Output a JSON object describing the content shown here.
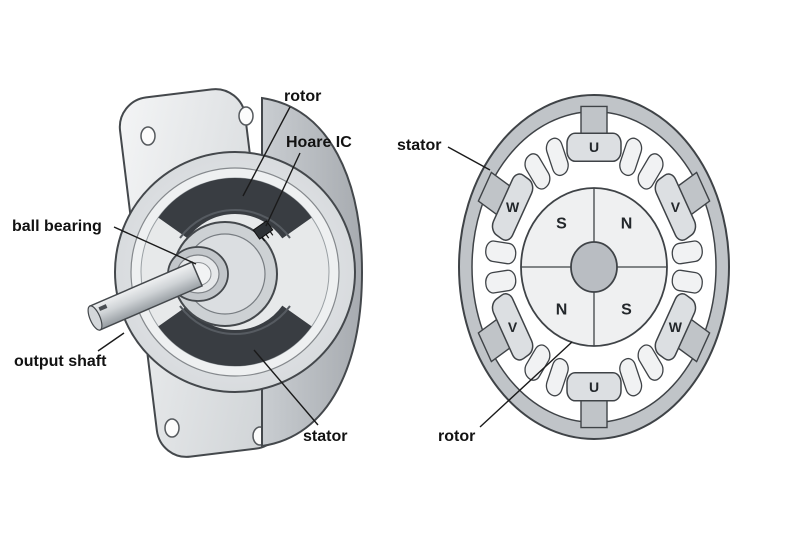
{
  "figure": {
    "description": "Brushless DC motor structure diagram: cutaway motor view (left) and stator/rotor cross-section (right)",
    "left": {
      "labels": {
        "rotor": "rotor",
        "hall_ic": "Hoare IC",
        "ball_bearing": "ball bearing",
        "output_shaft": "output shaft",
        "stator": "stator"
      }
    },
    "right": {
      "labels": {
        "stator": "stator",
        "rotor": "rotor"
      },
      "poles": [
        {
          "label": "U",
          "position": "top"
        },
        {
          "label": "V",
          "position": "upper-right"
        },
        {
          "label": "W",
          "position": "lower-right"
        },
        {
          "label": "U",
          "position": "bottom"
        },
        {
          "label": "V",
          "position": "lower-left"
        },
        {
          "label": "W",
          "position": "upper-left"
        }
      ],
      "magnets": [
        {
          "label": "S",
          "position": "top-left"
        },
        {
          "label": "N",
          "position": "top-right"
        },
        {
          "label": "N",
          "position": "bottom-left"
        },
        {
          "label": "S",
          "position": "bottom-right"
        }
      ]
    },
    "colors": {
      "background": "#ffffff",
      "stator_ring_gray": "#c0c4c8",
      "pole_box_gray": "#dcdfe2",
      "rotor_light": "#eff0f1",
      "shaft_gray": "#b9bdc2",
      "coil_dark": "#393d42",
      "outline_dark": "#3f4347",
      "label_text": "#121212"
    }
  }
}
